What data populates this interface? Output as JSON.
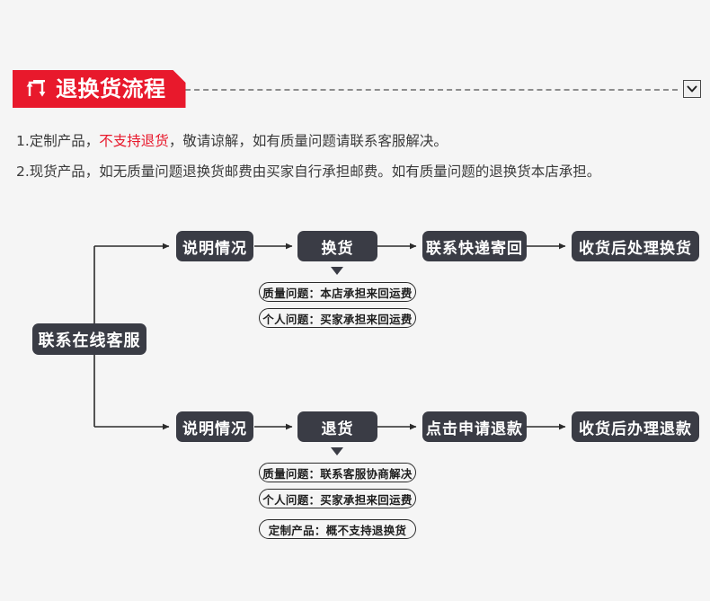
{
  "background_color": "#f5f5f5",
  "header": {
    "icon_name": "return-exchange-icon",
    "title": "退换货流程",
    "banner_color": "#e8192c",
    "dropdown_icon": "chevron-down-icon"
  },
  "policy": {
    "line1": {
      "prefix": "1.定制产品，",
      "highlight": "不支持退货",
      "highlight_color": "#e8192c",
      "suffix": "，敬请谅解，如有质量问题请联系客服解决。"
    },
    "line2": {
      "text": "2.现货产品，如无质量问题退换货邮费由买家自行承担邮费。如有质量问题的退换货本店承担。"
    }
  },
  "flow": {
    "node_color": "#3a3c45",
    "start": {
      "label": "联系在线客服"
    },
    "exchange_branch": {
      "steps": [
        {
          "label": "说明情况"
        },
        {
          "label": "换货"
        },
        {
          "label": "联系快递寄回"
        },
        {
          "label": "收货后处理换货"
        }
      ],
      "notes": [
        {
          "label": "质量问题：本店承担来回运费"
        },
        {
          "label": "个人问题：买家承担来回运费"
        }
      ]
    },
    "return_branch": {
      "steps": [
        {
          "label": "说明情况"
        },
        {
          "label": "退货"
        },
        {
          "label": "点击申请退款"
        },
        {
          "label": "收货后办理退款"
        }
      ],
      "notes": [
        {
          "label": "质量问题：联系客服协商解决"
        },
        {
          "label": "个人问题：买家承担来回运费"
        },
        {
          "label": "定制产品：概不支持退换货"
        }
      ]
    }
  }
}
